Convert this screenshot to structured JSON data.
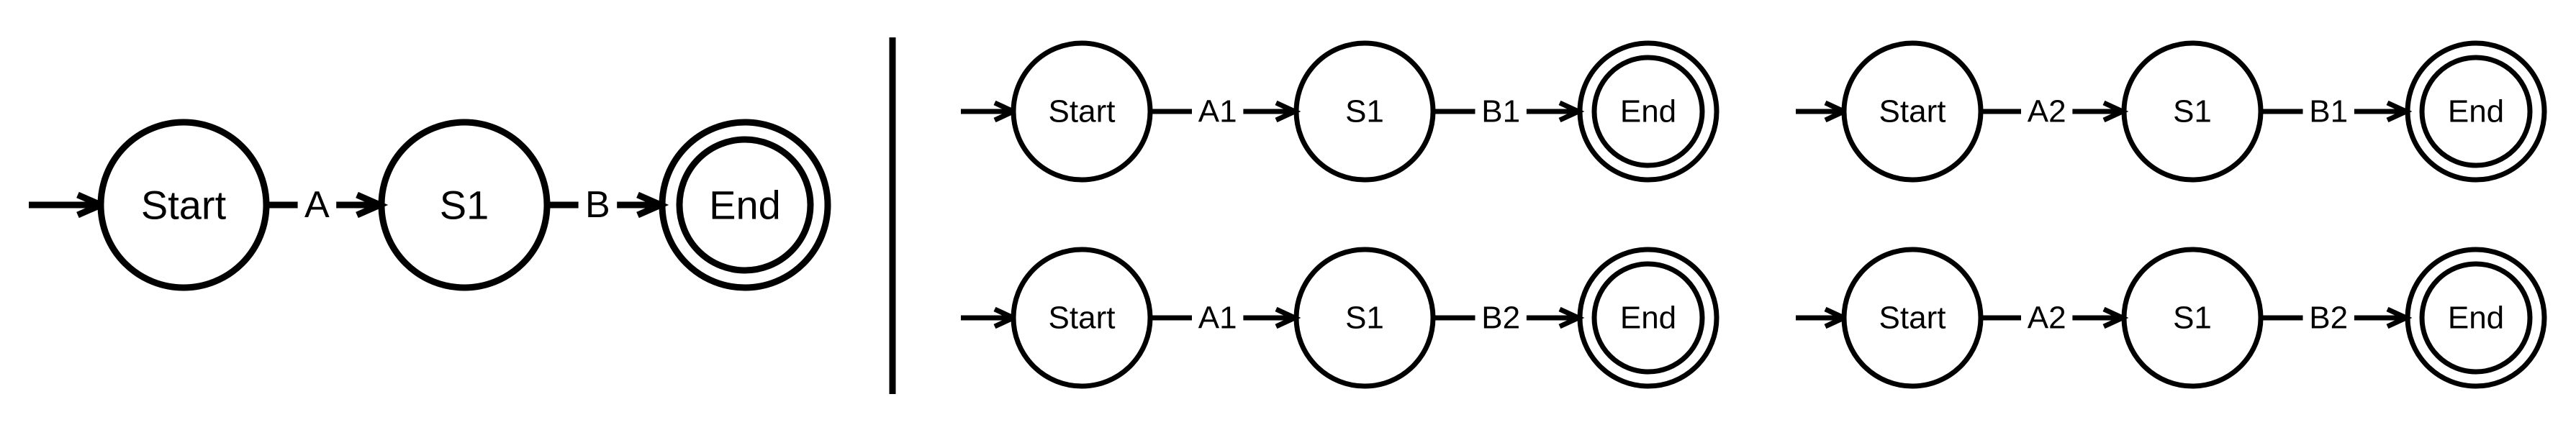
{
  "colors": {
    "stroke": "#000000",
    "background": "#ffffff"
  },
  "machines": [
    {
      "id": "main",
      "nodes": [
        {
          "label": "Start",
          "accepting": false
        },
        {
          "label": "S1",
          "accepting": false
        },
        {
          "label": "End",
          "accepting": true
        }
      ],
      "edges": [
        "A",
        "B"
      ]
    },
    {
      "id": "a1-b1",
      "nodes": [
        {
          "label": "Start",
          "accepting": false
        },
        {
          "label": "S1",
          "accepting": false
        },
        {
          "label": "End",
          "accepting": true
        }
      ],
      "edges": [
        "A1",
        "B1"
      ]
    },
    {
      "id": "a2-b1",
      "nodes": [
        {
          "label": "Start",
          "accepting": false
        },
        {
          "label": "S1",
          "accepting": false
        },
        {
          "label": "End",
          "accepting": true
        }
      ],
      "edges": [
        "A2",
        "B1"
      ]
    },
    {
      "id": "a1-b2",
      "nodes": [
        {
          "label": "Start",
          "accepting": false
        },
        {
          "label": "S1",
          "accepting": false
        },
        {
          "label": "End",
          "accepting": true
        }
      ],
      "edges": [
        "A1",
        "B2"
      ]
    },
    {
      "id": "a2-b2",
      "nodes": [
        {
          "label": "Start",
          "accepting": false
        },
        {
          "label": "S1",
          "accepting": false
        },
        {
          "label": "End",
          "accepting": true
        }
      ],
      "edges": [
        "A2",
        "B2"
      ]
    }
  ]
}
